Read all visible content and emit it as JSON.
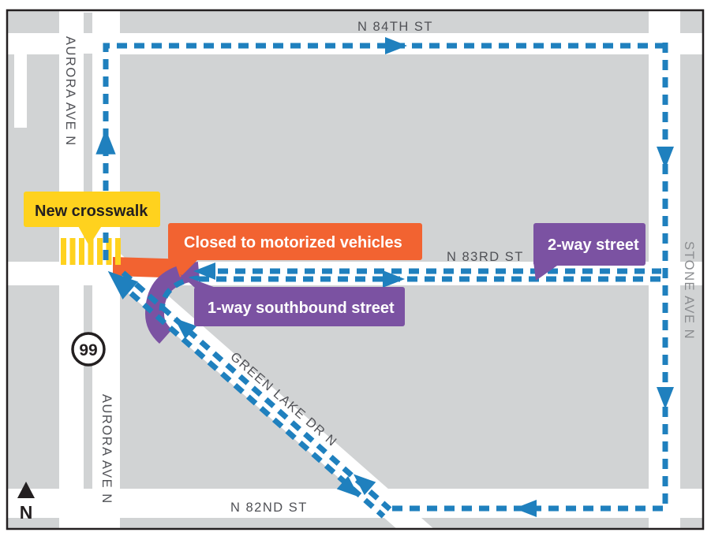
{
  "map": {
    "streets": {
      "n84th": "N 84TH ST",
      "n83rd": "N 83RD ST",
      "n82nd": "N 82ND ST",
      "aurora_upper": "AURORA AVE N",
      "aurora_lower": "AURORA AVE N",
      "stone": "STONE AVE N",
      "green_lake": "GREEN LAKE DR N"
    },
    "callouts": {
      "new_crosswalk": {
        "label": "New crosswalk",
        "bg": "#FFD21E",
        "text_color": "#231F20"
      },
      "closed": {
        "label": "Closed to motorized vehicles",
        "bg": "#F26331",
        "text_color": "#FFFFFF"
      },
      "two_way": {
        "label": "2-way street",
        "bg": "#7B52A2",
        "text_color": "#FFFFFF"
      },
      "one_way": {
        "label": "1-way southbound street",
        "bg": "#7B52A2",
        "text_color": "#FFFFFF"
      }
    },
    "route_shield": {
      "number": "99"
    },
    "compass": {
      "label": "N"
    },
    "colors": {
      "detour_route": "#1F80BE",
      "closed_segment": "#F26331",
      "one_way_segment": "#7B52A2",
      "crosswalk": "#FFD21E",
      "city_block": "#D1D3D4",
      "street": "#FFFFFF",
      "map_border": "#231F20"
    }
  }
}
